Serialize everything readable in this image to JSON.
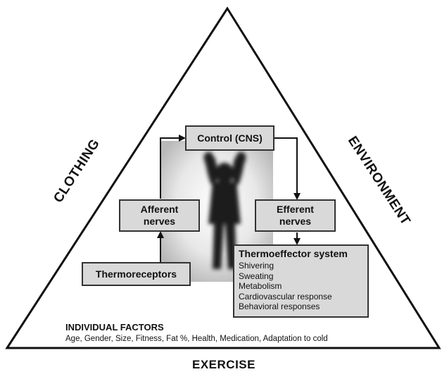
{
  "labels": {
    "clothing": "CLOTHING",
    "environment": "ENVIRONMENT",
    "exercise": "EXERCISE"
  },
  "boxes": {
    "control": "Control (CNS)",
    "afferent_line1": "Afferent",
    "afferent_line2": "nerves",
    "efferent_line1": "Efferent",
    "efferent_line2": "nerves",
    "thermoreceptors": "Thermoreceptors"
  },
  "thermoeffector": {
    "title": "Thermoeffector system",
    "items": [
      "Shivering",
      "Sweating",
      "Metabolism",
      "Cardiovascular response",
      "Behavioral responses"
    ]
  },
  "individual_factors": {
    "title": "INDIVIDUAL FACTORS",
    "text": "Age, Gender, Size, Fitness, Fat %, Health, Medication, Adaptation to cold"
  },
  "colors": {
    "box_fill": "#d9d9d9",
    "line": "#111111"
  }
}
